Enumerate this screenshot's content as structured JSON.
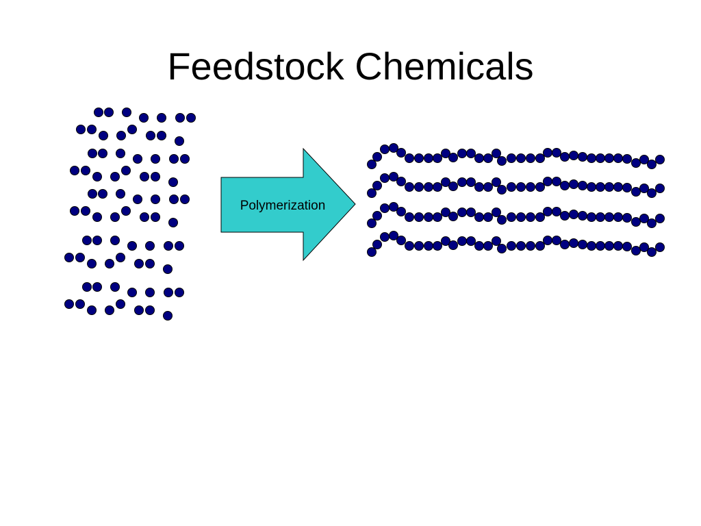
{
  "slide": {
    "title": "Feedstock Chemicals"
  },
  "arrow": {
    "label": "Polymerization",
    "fill_color": "#33cccc",
    "stroke_color": "#000000"
  },
  "molecule": {
    "fill_color": "#000080",
    "stroke_color": "#000000"
  },
  "monomer_cluster_count": 5,
  "polymer_chain_count": 4
}
